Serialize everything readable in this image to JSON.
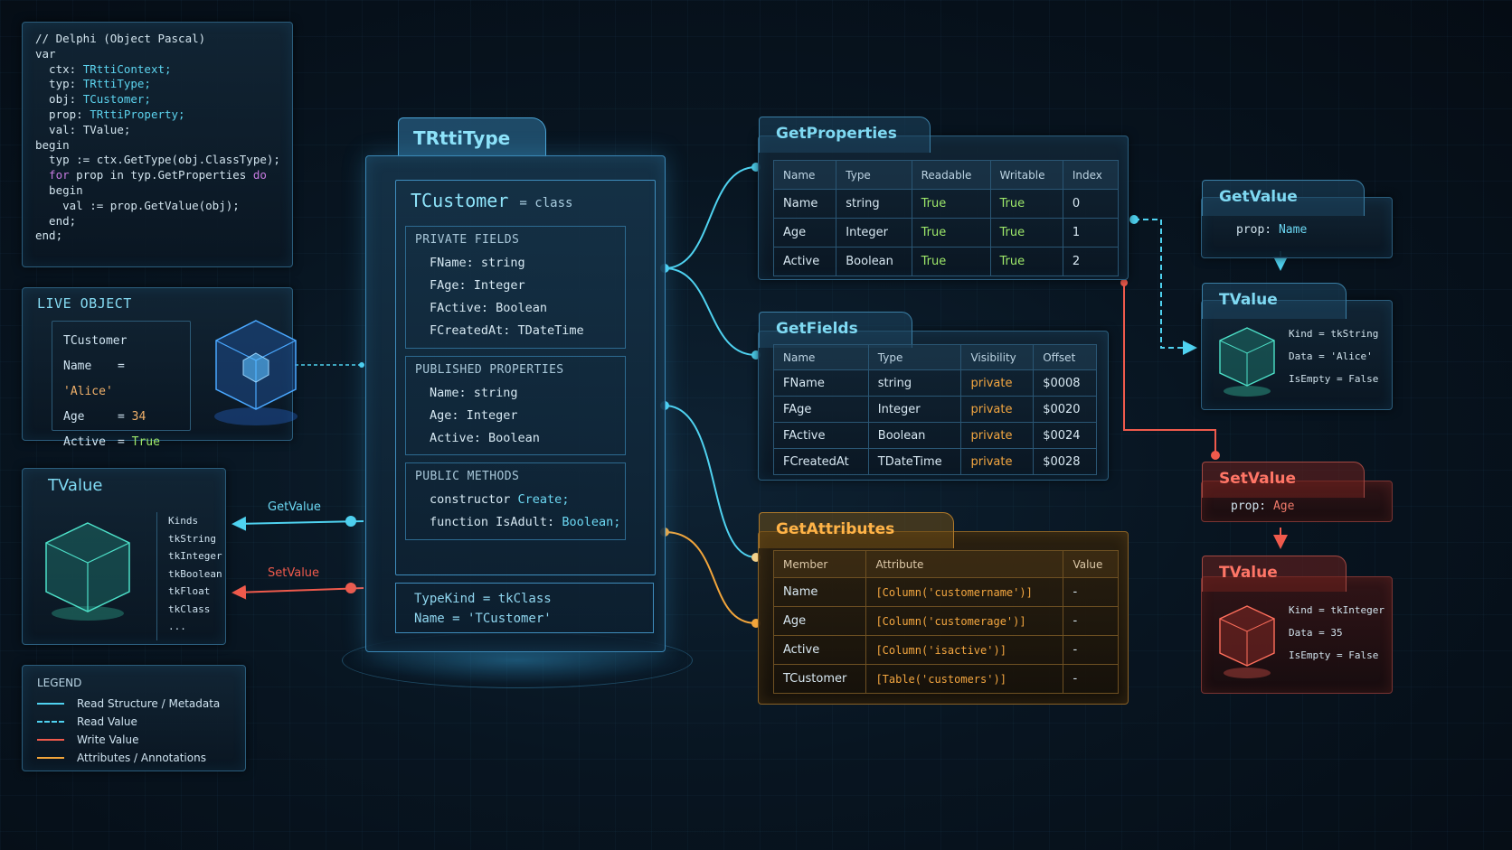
{
  "code": {
    "comment": "// Delphi (Object Pascal)",
    "var_kw": "var",
    "decls": [
      {
        "name": "  ctx: ",
        "type": "TRttiContext;"
      },
      {
        "name": "  typ: ",
        "type": "TRttiType;"
      },
      {
        "name": "  obj: ",
        "type": "TCustomer;"
      },
      {
        "name": "  prop: ",
        "type": "TRttiProperty;"
      },
      {
        "name": "  val: ",
        "type": "TValue;"
      }
    ],
    "begin_kw": "begin",
    "line1": "  typ := ctx.GetType(obj.ClassType);",
    "line2_for": "  for",
    "line2_mid": " prop in typ.GetProperties ",
    "line2_do": "do",
    "line3_begin": "  begin",
    "line4": "    val := prop.GetValue(obj);",
    "line5": "  end;",
    "end_kw": "end;"
  },
  "live_object": {
    "title": "LIVE OBJECT",
    "class_name": "TCustomer",
    "fields": [
      {
        "name": "Name",
        "eq": "= ",
        "value": "'Alice'"
      },
      {
        "name": "Age",
        "eq": "= ",
        "value": "34"
      },
      {
        "name": "Active",
        "eq": "= ",
        "value": "True"
      }
    ]
  },
  "tvalue_left": {
    "title": "TValue",
    "kinds": [
      "Kinds",
      "tkString",
      "tkInteger",
      "tkBoolean",
      "tkFloat",
      "tkClass",
      "..."
    ]
  },
  "legend": {
    "title": "LEGEND",
    "items": [
      {
        "label": "Read Structure / Metadata",
        "color": "#4fd2f0",
        "style": "solid"
      },
      {
        "label": "Read Value",
        "color": "#4fd2f0",
        "style": "dashed"
      },
      {
        "label": "Write Value",
        "color": "#ef5a4c",
        "style": "solid"
      },
      {
        "label": "Attributes / Annotations",
        "color": "#f2a53b",
        "style": "solid"
      }
    ]
  },
  "rtti_type": {
    "title": "TRttiType",
    "class_name": "TCustomer",
    "class_suffix": "= class",
    "private_header": "PRIVATE FIELDS",
    "private_fields": [
      "FName: string",
      "FAge:  Integer",
      "FActive: Boolean",
      "FCreatedAt: TDateTime"
    ],
    "published_header": "PUBLISHED PROPERTIES",
    "published_props": [
      "Name: string",
      "Age:  Integer",
      "Active: Boolean"
    ],
    "methods_header": "PUBLIC METHODS",
    "methods": [
      {
        "kw": "constructor ",
        "rest": "Create;"
      },
      {
        "kw": "function IsAdult: ",
        "rest": "Boolean;"
      }
    ],
    "type_kind": "TypeKind = tkClass",
    "type_name": "Name  =  'TCustomer'"
  },
  "arrows": {
    "get_value": "GetValue",
    "set_value": "SetValue"
  },
  "get_properties": {
    "title": "GetProperties",
    "headers": [
      "Name",
      "Type",
      "Readable",
      "Writable",
      "Index"
    ],
    "rows": [
      [
        "Name",
        "string",
        "True",
        "True",
        "0"
      ],
      [
        "Age",
        "Integer",
        "True",
        "True",
        "1"
      ],
      [
        "Active",
        "Boolean",
        "True",
        "True",
        "2"
      ]
    ]
  },
  "get_fields": {
    "title": "GetFields",
    "headers": [
      "Name",
      "Type",
      "Visibility",
      "Offset"
    ],
    "rows": [
      [
        "FName",
        "string",
        "private",
        "$0008"
      ],
      [
        "FAge",
        "Integer",
        "private",
        "$0020"
      ],
      [
        "FActive",
        "Boolean",
        "private",
        "$0024"
      ],
      [
        "FCreatedAt",
        "TDateTime",
        "private",
        "$0028"
      ]
    ]
  },
  "get_attributes": {
    "title": "GetAttributes",
    "headers": [
      "Member",
      "Attribute",
      "Value"
    ],
    "rows": [
      [
        "Name",
        "[Column('customername')]",
        "-"
      ],
      [
        "Age",
        "[Column('customerage')]",
        "-"
      ],
      [
        "Active",
        "[Column('isactive')]",
        "-"
      ],
      [
        "TCustomer",
        "[Table('customers')]",
        "-"
      ]
    ]
  },
  "get_value_panel": {
    "title": "GetValue",
    "prop_label": "prop: ",
    "prop_value": "Name"
  },
  "tvalue_read": {
    "title": "TValue",
    "kind": "Kind = tkString",
    "data": "Data = 'Alice'",
    "empty": "IsEmpty = False"
  },
  "set_value_panel": {
    "title": "SetValue",
    "prop_label": "prop: ",
    "prop_value": "Age"
  },
  "tvalue_write": {
    "title": "TValue",
    "kind": "Kind = tkInteger",
    "data": "Data =  35",
    "empty": "IsEmpty = False"
  },
  "colors": {
    "cyan": "#4fd2f0",
    "red": "#ef5a4c",
    "orange": "#f2a53b",
    "green": "#9ee86a"
  }
}
